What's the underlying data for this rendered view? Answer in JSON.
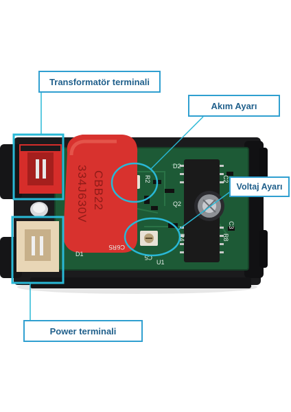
{
  "labels": {
    "transformer_terminal": "Transformatör terminali",
    "current_adjust": "Akım Ayarı",
    "voltage_adjust": "Voltaj Ayarı",
    "power_terminal": "Power terminali"
  },
  "capacitor_marking": {
    "line1": "CBB22",
    "line2": "334J630V"
  },
  "pcb_marks": {
    "d1": "D1",
    "r5": "R5",
    "c6": "C6",
    "u1": "U1",
    "c5": "C5",
    "r4": "R4",
    "d2": "D2",
    "r2": "R2",
    "q2": "Q2",
    "c2": "C2",
    "c3": "C3",
    "r8": "R8"
  },
  "colors": {
    "callout_border": "#2f9fd0",
    "highlight_box": "#29b8d6",
    "pcb_green": "#1d5a36",
    "capacitor_red": "#d8322e",
    "terminal_red": "#d62d2a",
    "terminal_beige": "#e8d6b6",
    "housing_black": "#1b1b1d"
  }
}
